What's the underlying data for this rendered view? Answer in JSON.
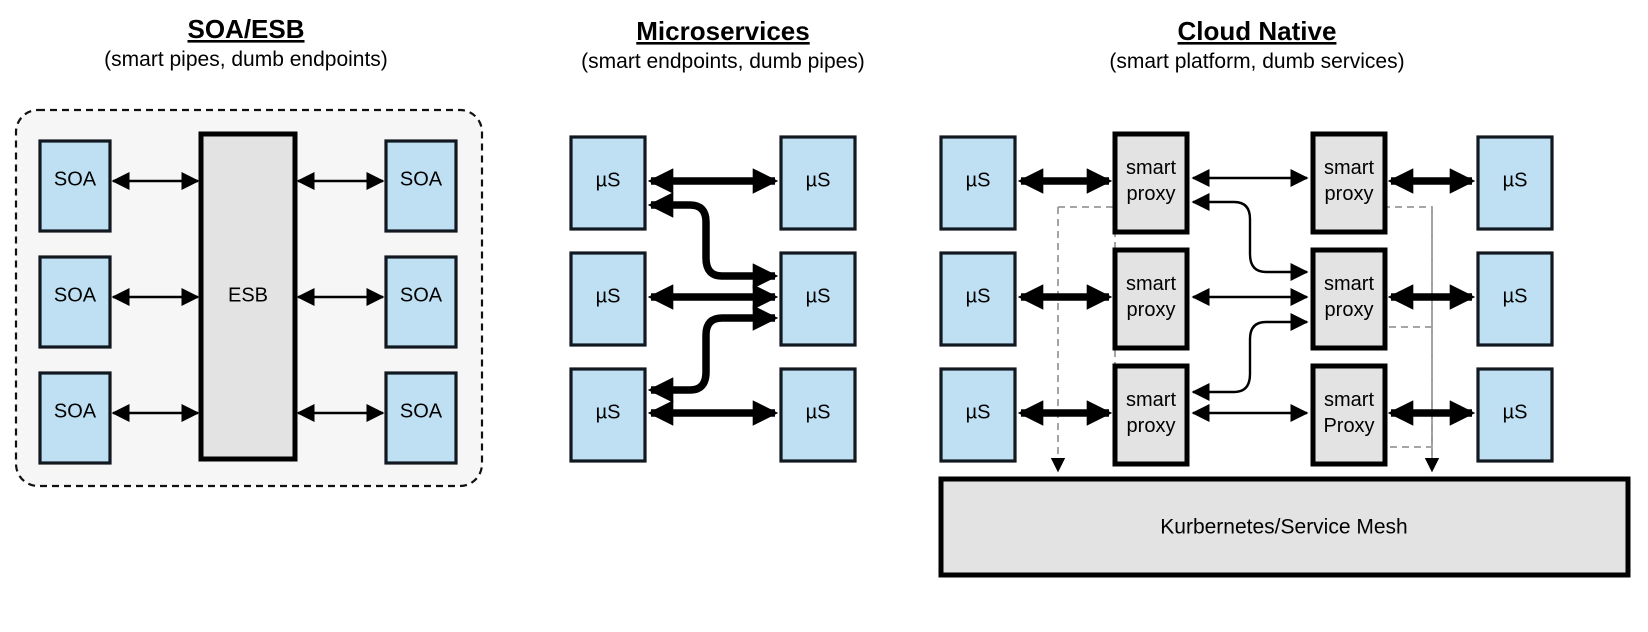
{
  "columns": [
    {
      "id": "soa-esb",
      "title": "SOA/ESB",
      "subtitle": "(smart pipes, dumb endpoints)",
      "center_label": "ESB",
      "left_nodes": [
        "SOA",
        "SOA",
        "SOA"
      ],
      "right_nodes": [
        "SOA",
        "SOA",
        "SOA"
      ]
    },
    {
      "id": "microservices",
      "title": "Microservices",
      "subtitle": "(smart endpoints, dumb pipes)",
      "left_nodes": [
        "µS",
        "µS",
        "µS"
      ],
      "right_nodes": [
        "µS",
        "µS",
        "µS"
      ]
    },
    {
      "id": "cloud-native",
      "title": "Cloud Native",
      "subtitle": "(smart platform, dumb services)",
      "left_nodes": [
        "µS",
        "µS",
        "µS"
      ],
      "right_nodes": [
        "µS",
        "µS",
        "µS"
      ],
      "left_proxies": [
        {
          "line1": "smart",
          "line2": "proxy"
        },
        {
          "line1": "smart",
          "line2": "proxy"
        },
        {
          "line1": "smart",
          "line2": "proxy"
        }
      ],
      "right_proxies": [
        {
          "line1": "smart",
          "line2": "proxy"
        },
        {
          "line1": "smart",
          "line2": "proxy"
        },
        {
          "line1": "smart",
          "line2": "Proxy"
        }
      ],
      "platform_label": "Kurbernetes/Service Mesh"
    }
  ],
  "colors": {
    "service_fill": "#bfe0f2",
    "platform_fill": "#e3e3e3",
    "panel_fill": "#f6f6f6",
    "stroke": "#000000",
    "dashed_stroke": "#9a9a9a"
  }
}
